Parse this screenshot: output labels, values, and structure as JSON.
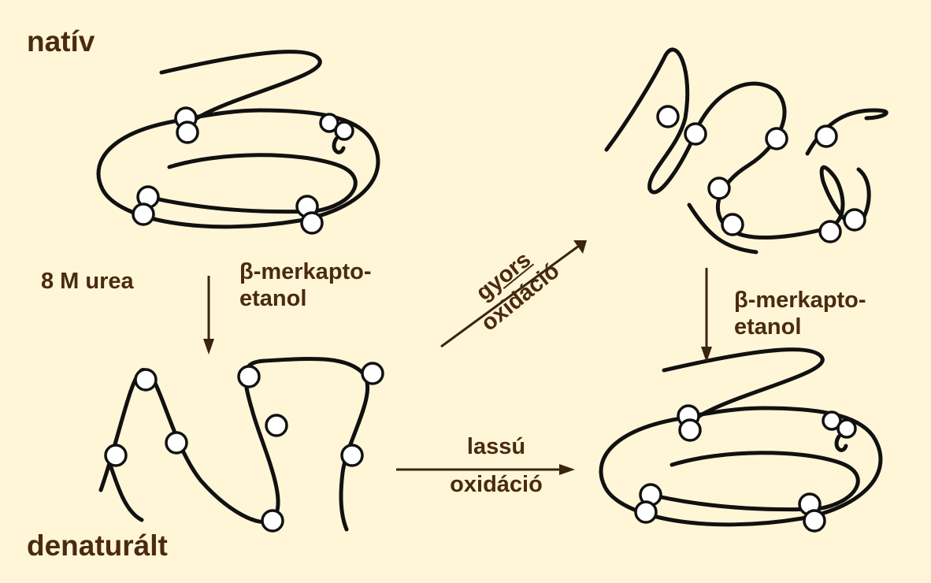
{
  "labels": {
    "native": "natív",
    "denatured": "denaturált",
    "urea": "8 M urea",
    "reductant_left_line1": "β-merkapto-",
    "reductant_left_line2": "etanol",
    "fast_line1": "gyors",
    "fast_line2": "oxidáció",
    "slow_line1": "lassú",
    "slow_line2": "oxidáció",
    "reductant_right_line1": "β-merkapto-",
    "reductant_right_line2": "etanol"
  },
  "colors": {
    "background": "#fff6d8",
    "label_text": "#4a2a10",
    "strand": "#111111",
    "arrow": "#3a2410"
  }
}
